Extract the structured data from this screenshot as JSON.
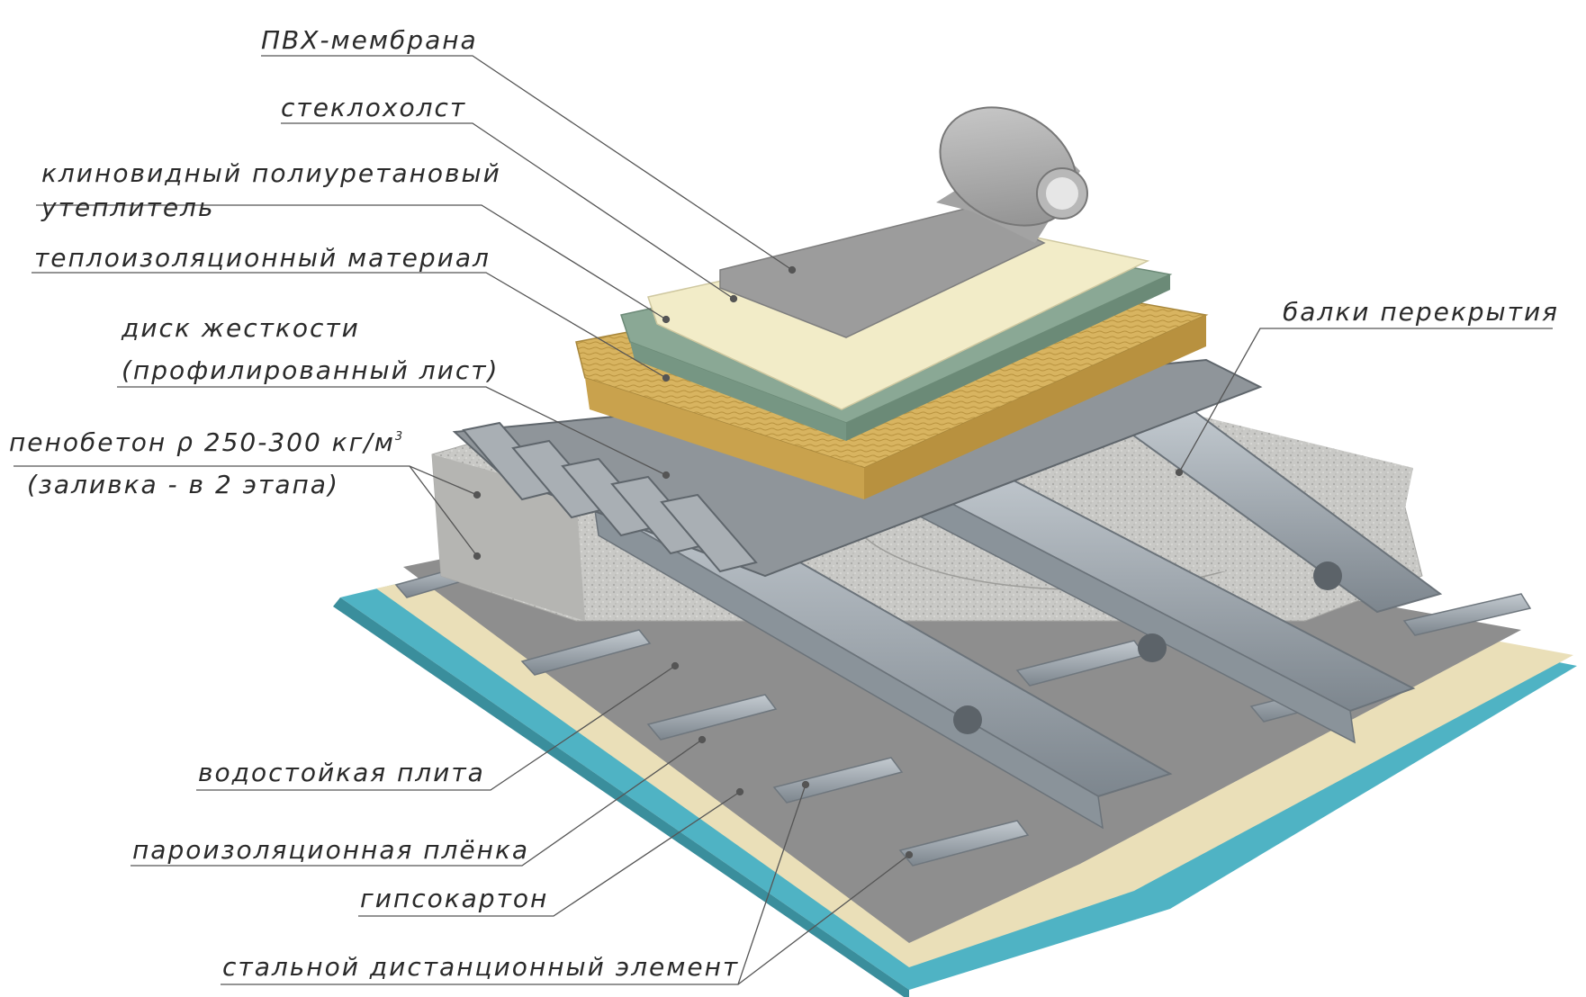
{
  "labels": {
    "pvc_membrane": "ПВХ-мембрана",
    "fiberglass": "стеклохолст",
    "wedge_insulation_1": "клиновидный полиуретановый",
    "wedge_insulation_2": "утеплитель",
    "thermal_material": "теплоизоляционный материал",
    "stiffness_disk_1": "диск жесткости",
    "stiffness_disk_2": "(профилированный лист)",
    "foam_concrete_1": "пенобетон ρ 250-300 кг/м",
    "foam_concrete_sup": "3",
    "foam_concrete_2": "(заливка - в 2 этапа)",
    "floor_beams": "балки перекрытия",
    "waterproof_board": "водостойкая плита",
    "vapor_film": "пароизоляционная плёнка",
    "drywall": "гипсокартон",
    "steel_spacer": "стальной дистанционный элемент"
  },
  "colors": {
    "leader": "#555555",
    "teal_board": "#4fb3c4",
    "cream_layer": "#eadfb8",
    "membrane": "#9c9c9c",
    "insulation_green": "#8aa895",
    "mineral_wool": "#d6b25e",
    "foam_concrete": "#c4c4c2",
    "steel": "#9aa3ab"
  }
}
